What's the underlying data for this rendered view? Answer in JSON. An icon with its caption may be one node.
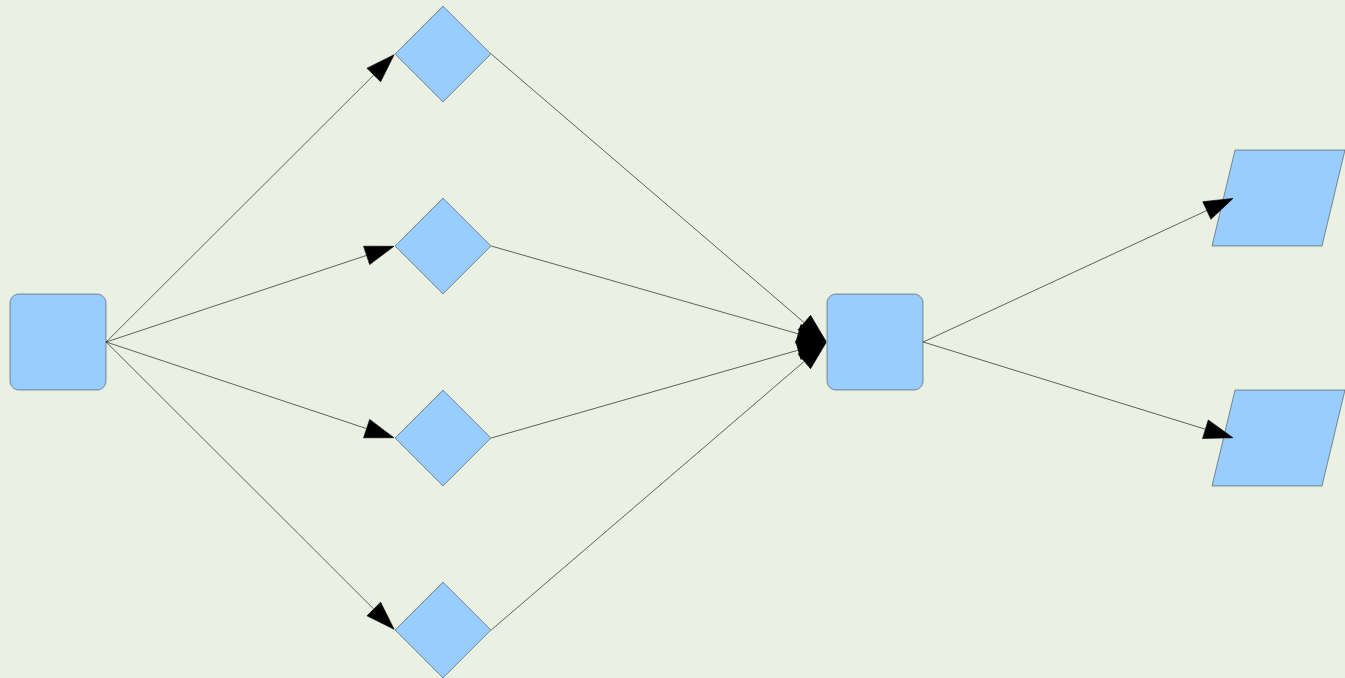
{
  "diagram": {
    "nodes": [
      {
        "text": [],
        "shape": "box"
      },
      {
        "text": [],
        "shape": "diamond"
      },
      {
        "text": [],
        "shape": "diamond"
      },
      {
        "text": [],
        "shape": "diamond"
      },
      {
        "text": [],
        "shape": "diamond"
      },
      {
        "text": [],
        "shape": "box"
      },
      {
        "text": [],
        "shape": "parallelogram"
      },
      {
        "text": [],
        "shape": "parallelogram"
      }
    ],
    "edges": [
      {
        "from": 0,
        "to": 1,
        "arrow": "to"
      },
      {
        "from": 0,
        "to": 2,
        "arrow": "to"
      },
      {
        "from": 0,
        "to": 3,
        "arrow": "to"
      },
      {
        "from": 0,
        "to": 4,
        "arrow": "to"
      },
      {
        "from": 1,
        "to": 5,
        "arrow": "to"
      },
      {
        "from": 2,
        "to": 5,
        "arrow": "to"
      },
      {
        "from": 3,
        "to": 5,
        "arrow": "to"
      },
      {
        "from": 4,
        "to": 5,
        "arrow": "to"
      },
      {
        "from": 5,
        "to": 6,
        "arrow": "to"
      },
      {
        "from": 5,
        "to": 7,
        "arrow": "to"
      }
    ]
  }
}
